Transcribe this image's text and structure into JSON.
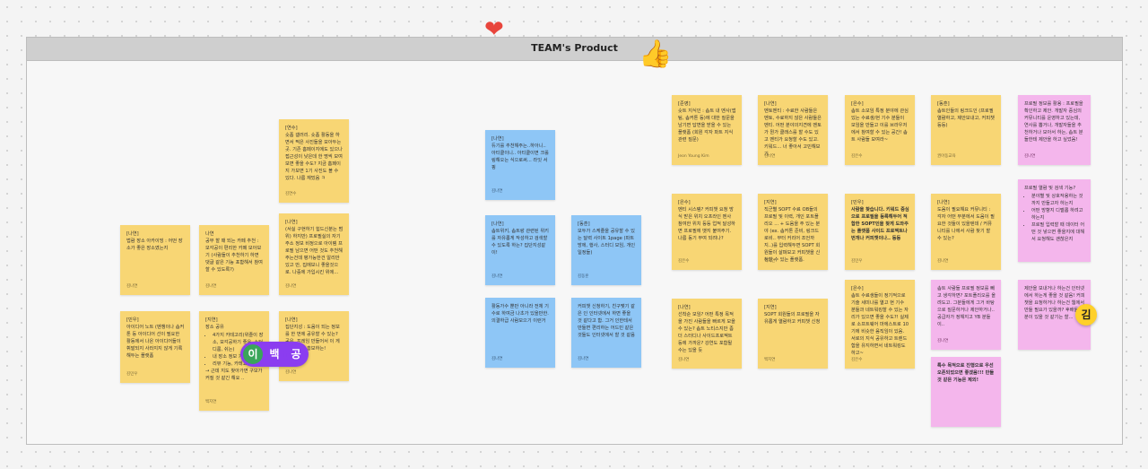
{
  "board": {
    "title": "TEAM's Product"
  },
  "stickers": {
    "heart": "❤",
    "thumb": "👍"
  },
  "cursors": [
    "이",
    "백",
    "공"
  ],
  "kim": "김",
  "notes": {
    "n1": {
      "tag": "[나연]",
      "text": "법람 장소 아카이빙 : 어떤 장소가 좋은 장소였는지",
      "author": "김나연"
    },
    "n2": {
      "tag": "나연",
      "text": "공부 할 때 되는 카페 추천 : 모각공이 편리한 카페 모아보기 (사람들이 추천하기 하면 댓글 같은 기능 포함해서 참여할 수 있도록?)",
      "author": "김나연"
    },
    "n3": {
      "tag": "[연수]",
      "text": "숏폼 갤러리. 숏폼 활동을 하면서 찍은 사진들을 모아두는 곳. 기존 홈페이지에도 있으나 접근성이 낮은데 한 명씩 모여보면 좋을 수도? 지금 홈페이지 가보면 1기 사진도 볼 수 있다. 나름 재밌음 ㅋ",
      "author": "김연수"
    },
    "n4": {
      "tag": "[나연]",
      "text": "(서실 구현하기 힘드신분는 범위) 하지만) 프로필실의 자기주소 정보 비정으로 아이템 프로필 남으면 어떤 것도 추천해주는건데 평가능한건 알리만 있고 만, 집에보니 좋을것으로. 나중에 가입시킨 위에...",
      "author": "김나연"
    },
    "n5": {
      "tag": "[민우]",
      "text": "아이디어 노트 (벤챙이나 솝커톤 등 아이디어 선이 필요한 활동에서 나온 아이디어들이 휘발되지 사라지지 않게 기록해두는 플랫폼",
      "author": "김민우"
    },
    "n6": {
      "tag": "[지연]",
      "text": "장소 공유",
      "list": [
        "4가지 카테고리(위즐이 장소, 모각공하기 좋은, 스터디룸, 쉬는)",
        "내 장소 정보 기능",
        "리뷰 기능, 카테고리 기능"
      ],
      "extra": "→ 근데 지도 찾아가면 구모가 커질 것 같긴 해요 ..",
      "author": "백지연"
    },
    "n7": {
      "tag": "[나연]",
      "text": "집단지성 : 도움이 되는 정보를 한 번에 공유할 수 있는? 공유, 프레임 만들어서 이 게시글 좋고, 홍보하는!",
      "author": "김나연"
    },
    "n8": {
      "tag": "[나연]",
      "text": "듀기를 추천해주는..하아니.. 아티클이니.. 아티클이면 크롤링해오는 식으로써... 라잇 서핑",
      "author": "김나연"
    },
    "n9": {
      "tag": "[나연]",
      "text": "솝트위키, 솝트랑 관련된 위키를 자유롭게 작성하고 검색할 수 있도록 하는? 집단지성같이!",
      "author": "김나연"
    },
    "n10": {
      "tag": "[동훈]",
      "text": "모두가 스케줄을 공유할 수 있는 달력 사이트 1page (파트방에, 행사, 스터디 모임, 개인 일정들)",
      "author": "김동훈"
    },
    "n11": {
      "tag": "",
      "text": "활동가수 뿐만 아니라 전체 기수로 하여금 나초가 있을만한. 의결하급 사람모으기 이런거",
      "author": "김나연"
    },
    "n12": {
      "tag": "",
      "text": "커피챗 신청하기, 친구맺기 같은 인 인터넷에서 하면 좋을 것 같다고 함. 그거 인한테서 만들면 편리하는 어드민 같은 것들도 인터넷에서 할 것 같음",
      "author": "김나연"
    },
    "n13": {
      "tag": "[준영]",
      "text": "숏트 지식인 : 솝트 내 멘사(앱팀, 솝커톤 등)에 대한 질문을 남기면 답변을 받을 수 있는 플랫폼 (회원 각자 파트 지식 관련 질문)",
      "author": "Jeon Young Kim"
    },
    "n14": {
      "tag": "[나연]",
      "text": "멘토멘티 : 수료한 사람들은 멘토, 수료하지 않은 사람들은 멘티. 어떤 분야의지견에 멘토가 뭔가 클래스를 할 수도 있고 멘티가 요청할 수도 있고. 키워드... 너 좋아서 고민해보기.",
      "author": "김나연"
    },
    "n15": {
      "tag": "[은수]",
      "text": "솝트 소모임 특정 분야에 관심있는 수료생/현 기수 분들이 모임을 만들고 이를 브라우저에서 참여할 수 있는 공간! 솝트 사람들 모여라~",
      "author": "김은수"
    },
    "n16": {
      "tag": "[동훈]",
      "text": "솝트인들의 링크드인 (프로필 열람하고, 제안보내고, 커피챗 등등)",
      "author": "권아동교육"
    },
    "n17": {
      "tag": "",
      "text": "프로필 정보를 활용 : 프로필을 확인하고 제안. 개발자 중심의 커뮤니티를 운영하고 있는데, 연사를 뽑거나, 개발자들을 추천하거나 모아서 하는, 솝트 분들한테 제안을 하고 싶었음!",
      "author": "김나연"
    },
    "n18": {
      "tag": "[은수]",
      "text": "멘티 시스템? 커피챗 요청 방식 받은 위치 오프라인 멘사 참여한 위치 등등 업적 달성하면 프로필에 뱃지 붙여주기. 나름 동기 부여 되려나?",
      "author": "김은수"
    },
    "n19": {
      "tag": "[지연]",
      "text": "직군별 SOPT 수료 OB들의 프로필 및 이력, 개인 포트폴리오 ... + 도움을 주 있는 분야 (ex. 솝커톤 준비, 링크드 로비.. 부터 커리어 조언까지..)를 입력해두면 SOPT 회원들이 살펴보고 커피챗을 신청할 수 있는 플랫폼.",
      "author": "백지연"
    },
    "n20": {
      "tag": "[민우]",
      "text": "사람을 찾습니다. 키워드 중심으로 프로필을 등록해두어 적합한 SOPT인을 찾게 도와주는 플랫폼 사이드 프로젝트나 번개나 커피챗이나.. 등등",
      "author": "김민우"
    },
    "n21": {
      "tag": "[나연]",
      "text": "도움이 필요해요 커뮤니티 : 각자 어떤 부분에서 도움이 필요한 것들이 있을텐데 / 커뮤니티를 나에서 사람 찾기 할 수 있는?",
      "author": "김나연"
    },
    "n22": {
      "tag": "",
      "text": "프로필 열람 및 검색 기능?",
      "list": [
        "분야별 및 상호작용하는 것까지 만들고자 하는지",
        "어떤 방향지 디벨롭 하려고 하는지",
        "프로필 입력할 때 데이터 어떤 것 넣으면 좋을지에 대해서 요청해도 괜찮은지"
      ],
      "author": ""
    },
    "n23": {
      "tag": "[나연]",
      "text": "선착순 모임? 어떤 특정 목적을 가진 사람들을 빠르게 모을 수 있는? 솝트 노티스지만 좀 더 스터디나 사이드프로젝트 등에 가까운? 강연도 포함될 수는 있을 듯",
      "author": "김나연"
    },
    "n24": {
      "tag": "[지연]",
      "text": "SOPT 회원들의 프로필을 자유롭게 열람하고 커피챗 신청",
      "author": "백지연"
    },
    "n25": {
      "tag": "[은수]",
      "text": "솝트 수료생들이 정기적으로 기술 세미나를 열고 현 기수 분들과 네트워킹할 수 있는 자리가 있으면 좋을 수도?! 실제로 소프트웨어 마에스트로 10기에 비슷한 움직임이 있음. 서로의 지식 공유하고 트렌드 함을 유지하면서 네트워킹도 하고~",
      "author": "김은수"
    },
    "n26": {
      "tag": "",
      "text": "솝트 사람들 프로필 정보를 빼고 생각하면? 포트폴리오를 올려도고. 그분들에게 그거 바탕으로 질문하거나 제안하거나.. 공급자가 정해지고 YB 분들이..",
      "author": "김나연"
    },
    "n27": {
      "tag": "",
      "text": "특수 목적으로 진행으로 우선 오픈되었으면 좋겠음!!! 만들 것 같은 기능은 제외!",
      "author": ""
    },
    "n28": {
      "tag": "",
      "text": "제안을 보내거나 하는건 인터넷에서 하는게 좋을 것 같음! 커피챗을 요청하거나 하는건 웹에서 만들 필요가 있을까? 후배들 부분이 있을 것 같기는 할...",
      "author": ""
    }
  }
}
